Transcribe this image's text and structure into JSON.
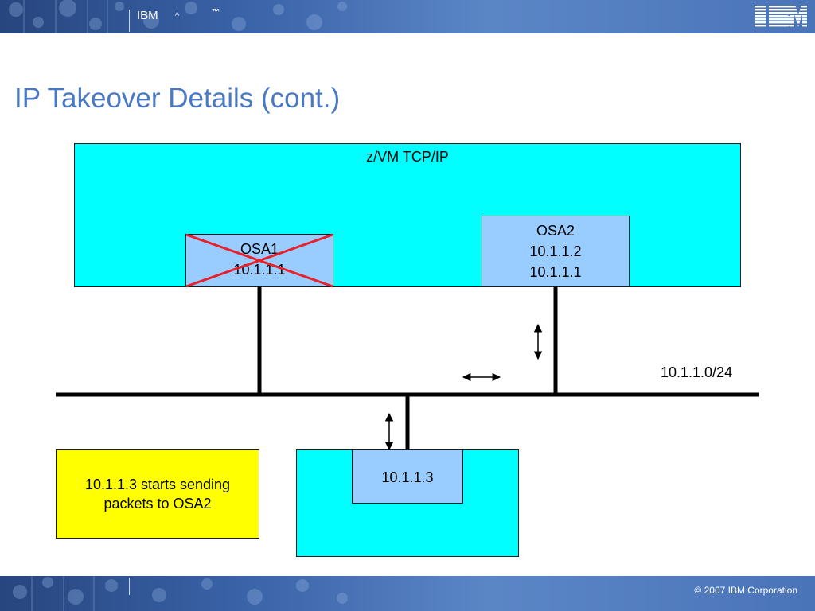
{
  "header": {
    "brand": "IBM",
    "caret": "^",
    "tm": "™"
  },
  "logo": {
    "alt": "IBM"
  },
  "title": "IP Takeover Details (cont.)",
  "diagram": {
    "host_label": "z/VM TCP/IP",
    "osa1": {
      "name": "OSA1",
      "ip": "10.1.1.1",
      "status": "failed"
    },
    "osa2": {
      "name": "OSA2",
      "ip1": "10.1.1.2",
      "ip2": "10.1.1.1"
    },
    "network_label": "10.1.1.0/24",
    "client_ip": "10.1.1.3"
  },
  "note": {
    "line1": "10.1.1.3 starts sending",
    "line2": "packets to OSA2"
  },
  "footer": {
    "copyright": "© 2007 IBM Corporation"
  },
  "colors": {
    "host": "#00ffff",
    "adapter": "#99ccff",
    "note": "#ffff00",
    "cross": "#e8202a",
    "title": "#4a79c4"
  }
}
